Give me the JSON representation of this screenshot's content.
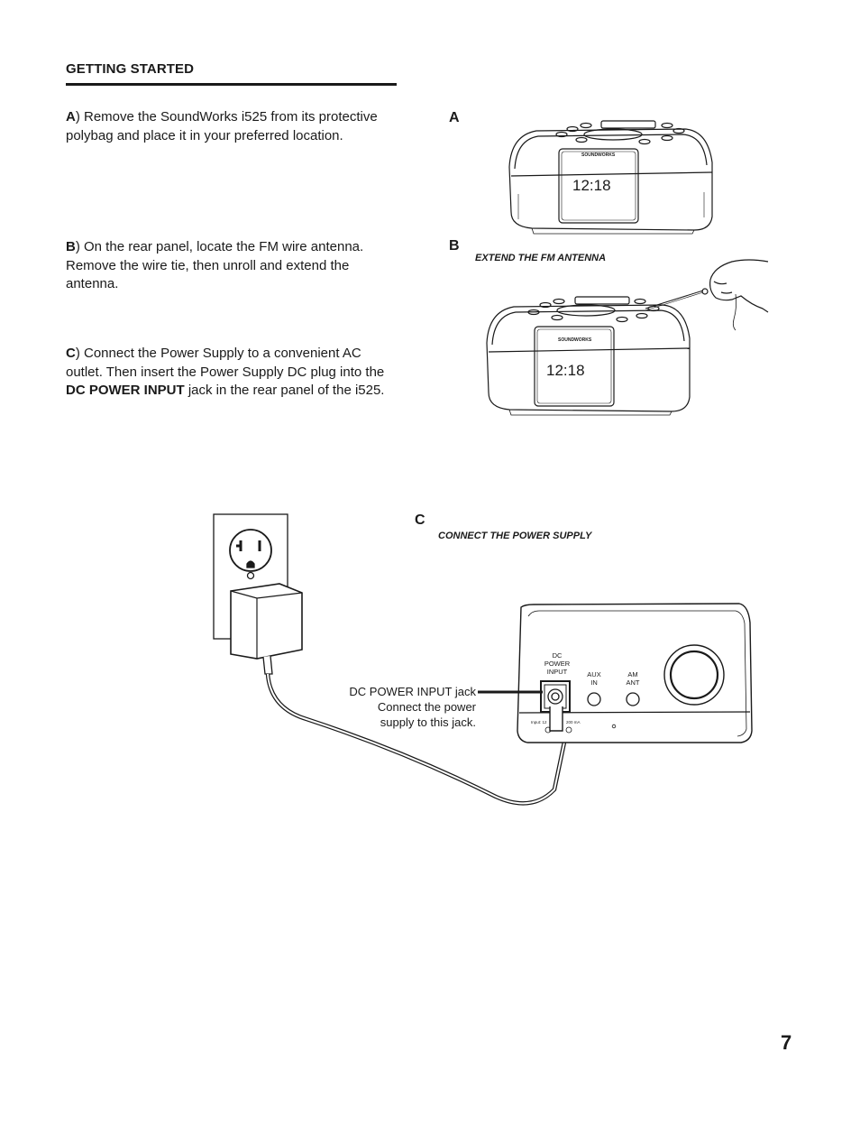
{
  "header": {
    "title": "GETTING STARTED"
  },
  "steps": {
    "a": {
      "letter": "A",
      "text": ") Remove the SoundWorks i525 from its protective polybag and place it in your preferred location."
    },
    "b": {
      "letter": "B",
      "text": ") On the rear panel, locate the FM wire antenna. Remove the wire tie, then unroll and extend the antenna."
    },
    "c": {
      "letter": "C",
      "text_before": ") Connect the Power Supply to a convenient AC outlet. Then insert the Power Supply DC plug into the ",
      "bold": "DC POWER INPUT",
      "text_after": " jack in the rear panel of the i525."
    }
  },
  "figures": {
    "a": {
      "letter": "A",
      "display_time": "12:18"
    },
    "b": {
      "letter": "B",
      "caption": "EXTEND THE FM ANTENNA",
      "display_time": "12:18"
    },
    "c": {
      "letter": "C",
      "caption": "CONNECT THE POWER SUPPLY",
      "callout_line1": "DC POWER INPUT jack",
      "callout_line2": "Connect the power",
      "callout_line3": "supply to this jack.",
      "panel_labels": {
        "dc_line1": "DC",
        "dc_line2": "POWER",
        "dc_line3": "INPUT",
        "aux_line1": "AUX",
        "aux_line2": "IN",
        "am_line1": "AM",
        "am_line2": "ANT",
        "input_spec_left": "Input: 12",
        "input_spec_right": "200 mA"
      }
    }
  },
  "page_number": "7"
}
